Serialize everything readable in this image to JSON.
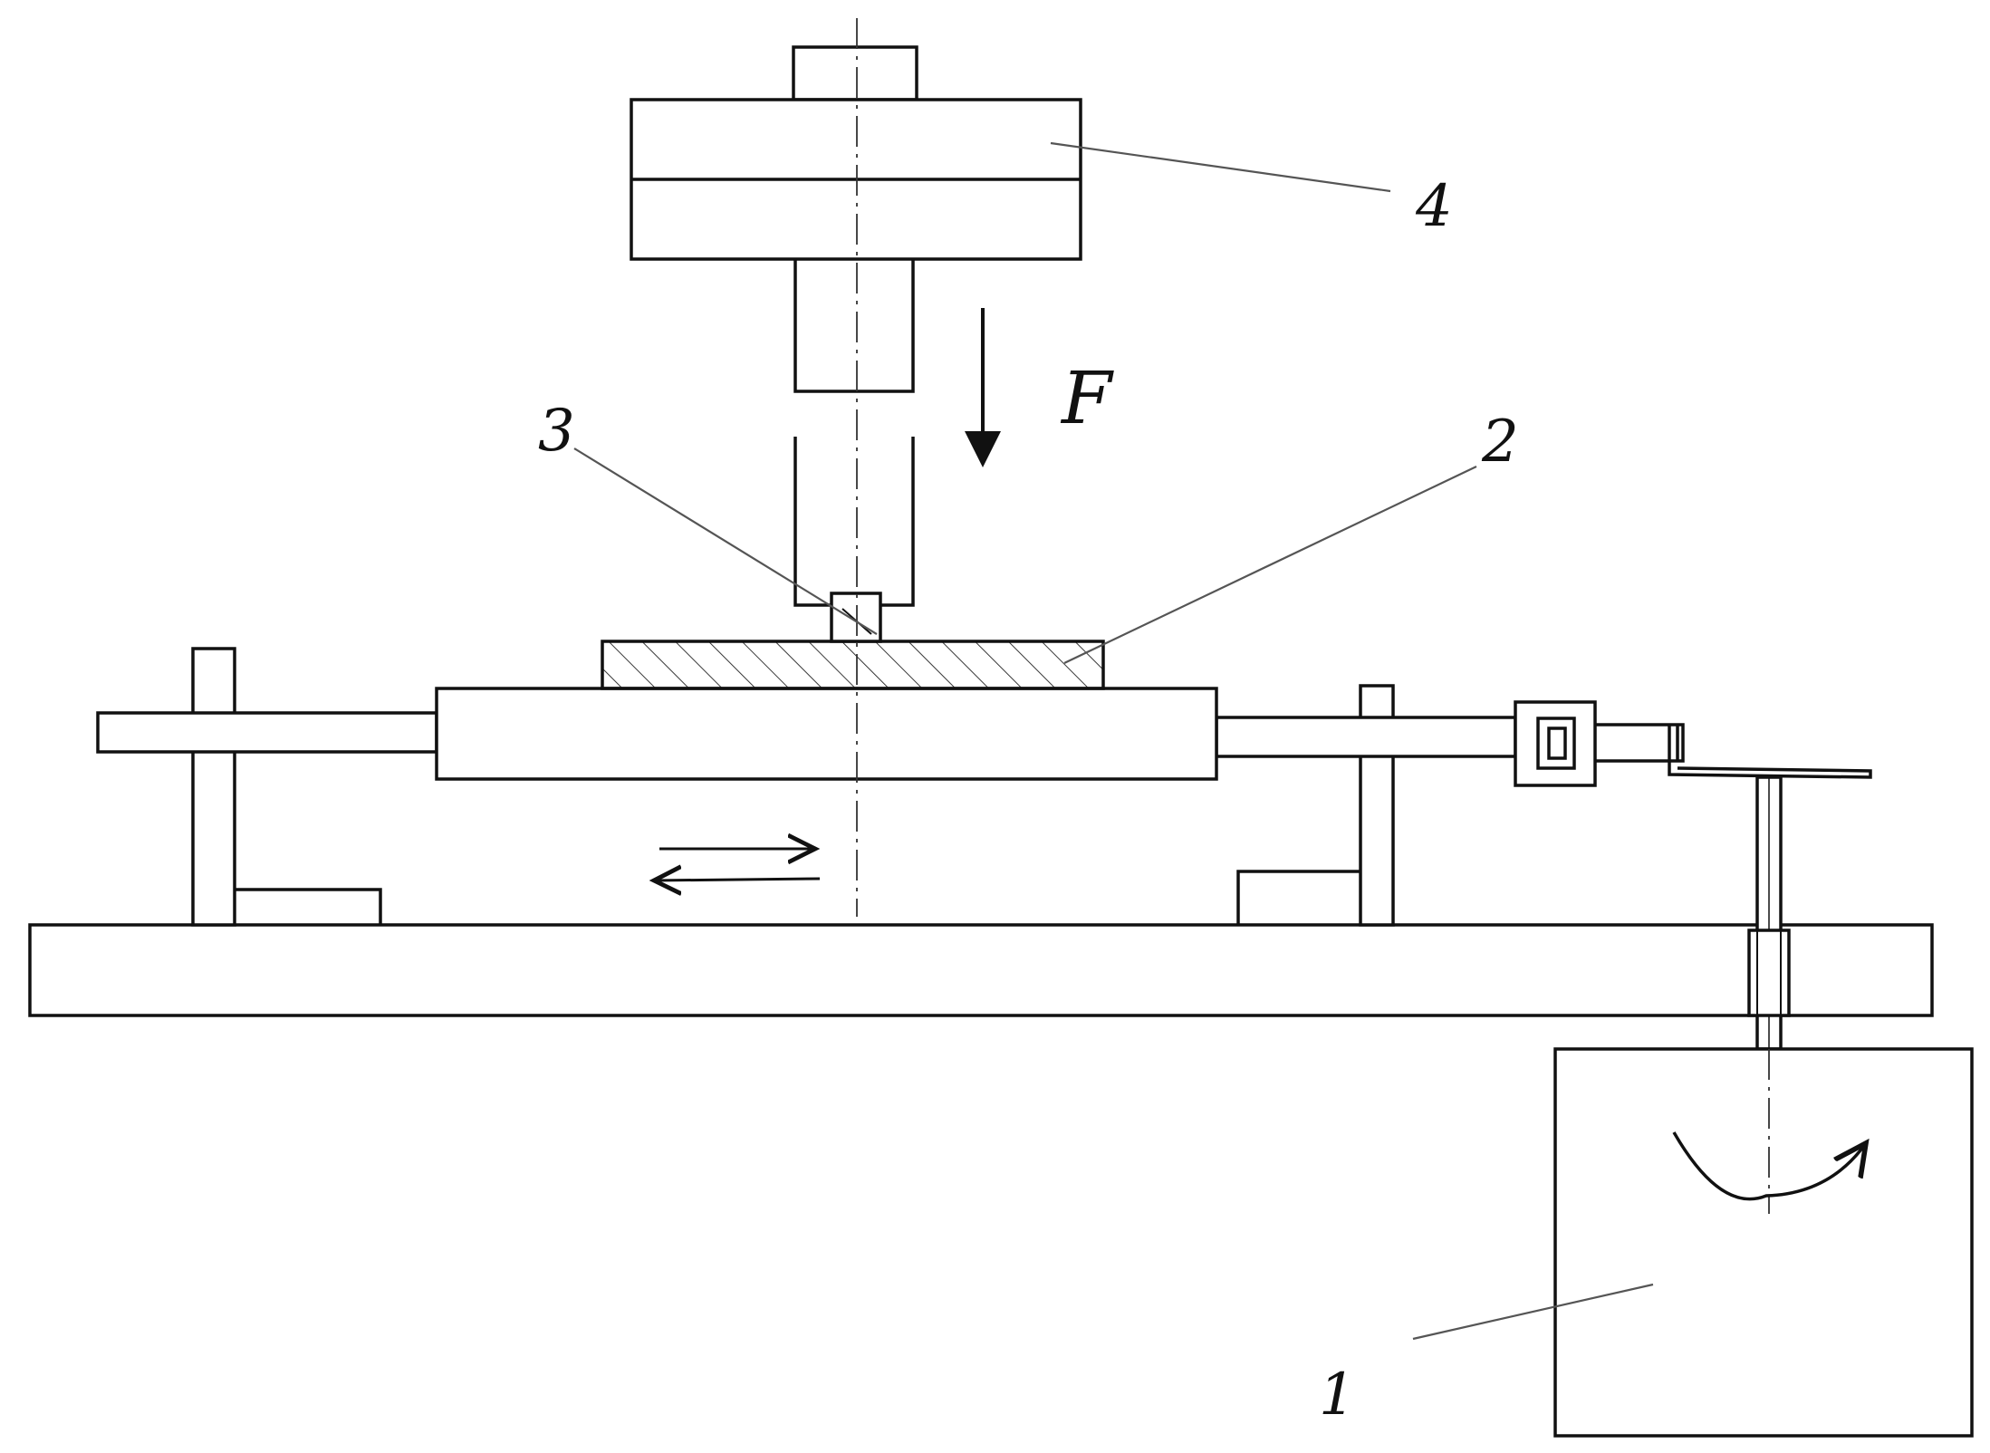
{
  "diagram": {
    "labels": {
      "motor": "1",
      "specimen_plate": "2",
      "pin": "3",
      "loading_head": "4",
      "force": "F"
    },
    "motion": {
      "reciprocating_stage": "bidirectional",
      "motor_rotation": "clockwise"
    },
    "colors": {
      "line": "#111111",
      "leader": "#555555",
      "background": "#ffffff"
    }
  }
}
